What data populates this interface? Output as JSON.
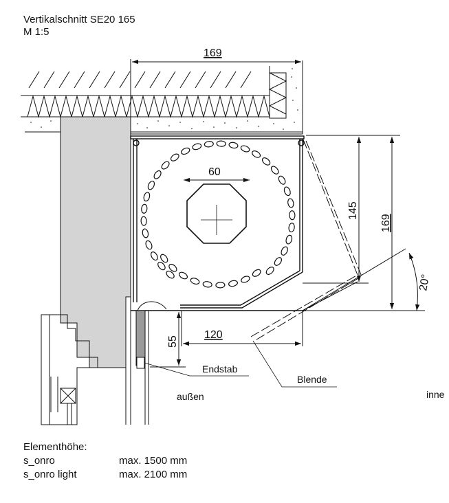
{
  "header": {
    "title": "Vertikalschnitt SE20 165",
    "scale": "M 1:5"
  },
  "dimensions": {
    "width_top": "169",
    "octagon_width": "60",
    "box_height": "145",
    "total_height": "169",
    "angle": "20°",
    "opening_height": "55",
    "opening_width": "120"
  },
  "labels": {
    "endstab": "Endstab",
    "blende": "Blende",
    "aussen": "außen",
    "innen": "inne"
  },
  "notes": {
    "heading": "Elementhöhe:",
    "rows": [
      {
        "product": "s_onro",
        "value": "max. 1500 mm"
      },
      {
        "product": "s_onro light",
        "value": "max. 2100 mm"
      }
    ]
  },
  "colors": {
    "line": "#111111",
    "gray_fill": "#d4d4d4",
    "bar_fill": "#9a9a9a"
  }
}
